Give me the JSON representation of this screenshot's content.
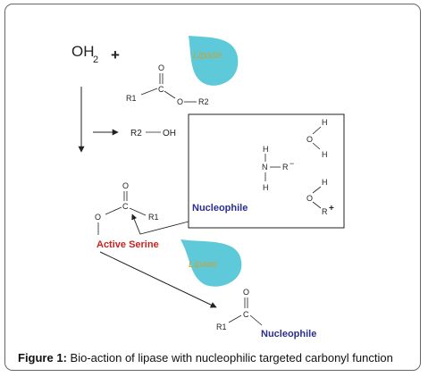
{
  "reactants": {
    "water_main": "OH",
    "water_sub": "2",
    "plus": "+"
  },
  "ester": {
    "o_top": "O",
    "c": "C",
    "r1": "R1",
    "o_link": "O",
    "r2": "R2"
  },
  "lipase_label": "Lipase",
  "product": {
    "r2": "R2",
    "oh": "OH"
  },
  "nucleophiles": {
    "water_h1": "H",
    "water_o": "O",
    "water_h2": "H",
    "amine_h1": "H",
    "amine_n": "N",
    "amine_r": "R",
    "amine_charge": "−",
    "amine_h2": "H",
    "alc_h": "H",
    "alc_o": "O",
    "alc_r": "R",
    "alc_charge": "+"
  },
  "nucleophile_label": "Nucleophile",
  "acyl_enzyme": {
    "o_top": "O",
    "c": "C",
    "r1": "R1",
    "o_link": "O"
  },
  "active_serine_label": "Active Serine",
  "final_product": {
    "o_top": "O",
    "c": "C",
    "r1": "R1"
  },
  "caption": {
    "label": "Figure 1:",
    "text": " Bio-action of lipase with nucleophilic targeted carbonyl function"
  },
  "colors": {
    "lipase_fill": "#5ec9d9",
    "lipase_text": "#c8a33a",
    "nucleophile_text": "#2b2f8f",
    "serine_text": "#cc1f1f"
  }
}
